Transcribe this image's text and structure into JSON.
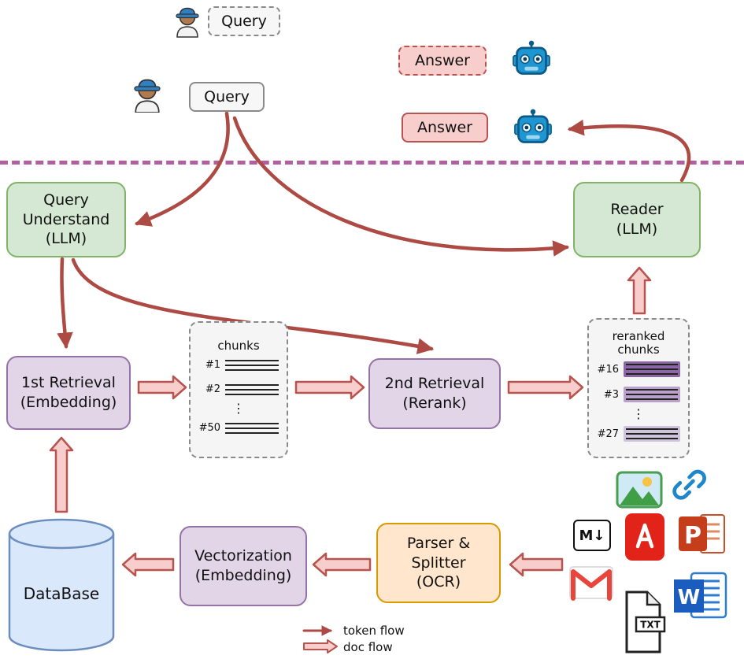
{
  "top": {
    "query_draft": "Query",
    "query_final": "Query",
    "answer_draft": "Answer",
    "answer_final": "Answer"
  },
  "nodes": {
    "query_understand": [
      "Query",
      "Understand",
      "(LLM)"
    ],
    "reader": [
      "Reader",
      "(LLM)"
    ],
    "first_retrieval": [
      "1st Retrieval",
      "(Embedding)"
    ],
    "second_retrieval": [
      "2nd Retrieval",
      "(Rerank)"
    ],
    "vectorization": [
      "Vectorization",
      "(Embedding)"
    ],
    "parser_splitter": [
      "Parser &",
      "Splitter",
      "(OCR)"
    ],
    "database": "DataBase"
  },
  "chunks_box": {
    "title": "chunks",
    "items": [
      "#1",
      "#2",
      "#50"
    ],
    "dots": "⋮"
  },
  "reranked_box": {
    "title": [
      "reranked",
      "chunks"
    ],
    "items": [
      "#16",
      "#3",
      "#27"
    ],
    "dots": "⋮"
  },
  "doc_icons": {
    "markdown_label": "M↓",
    "txt_label": "TXT",
    "word_label": "W",
    "ppt_label": "P"
  },
  "legend": {
    "token_flow": "token flow",
    "doc_flow": "doc flow"
  },
  "colors": {
    "llm_node_fill": "#d5e8d4",
    "llm_node_border": "#82b366",
    "retrieval_node_fill": "#e1d5e7",
    "retrieval_node_border": "#9673a6",
    "parser_node_fill": "#ffe6cc",
    "parser_node_border": "#d79b00",
    "database_fill": "#dae8fc",
    "database_border": "#6c8ebf",
    "answer_fill": "#f8cecc",
    "answer_border": "#b85450",
    "token_arrow": "#ad4a43",
    "doc_arrow_fill": "#f8cecc",
    "doc_arrow_border": "#b85450",
    "separator": "#b0609f",
    "rerank_highlight_dark": "#8c67a6",
    "rerank_highlight_light": "#cfc3dc"
  }
}
